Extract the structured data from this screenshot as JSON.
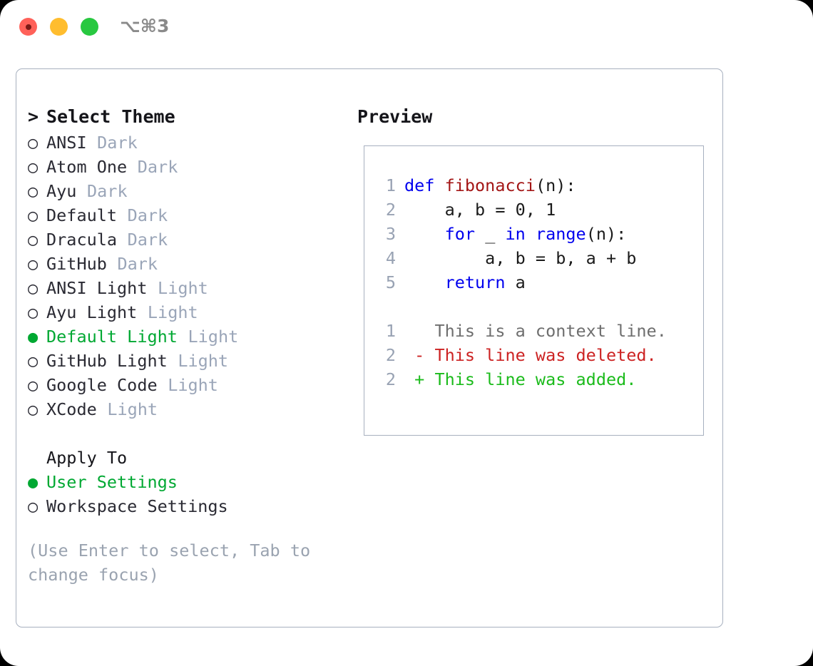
{
  "titlebar": {
    "shortcut": "⌥⌘3",
    "lights": [
      {
        "name": "close",
        "color": "#ff6159"
      },
      {
        "name": "minimize",
        "color": "#ffbd2e"
      },
      {
        "name": "zoom",
        "color": "#28c840"
      }
    ]
  },
  "theme_panel": {
    "header_marker": ">",
    "header": "Select Theme",
    "items": [
      {
        "marker": "○",
        "name": "ANSI",
        "tag": "Dark",
        "selected": false
      },
      {
        "marker": "○",
        "name": "Atom One",
        "tag": "Dark",
        "selected": false
      },
      {
        "marker": "○",
        "name": "Ayu",
        "tag": "Dark",
        "selected": false
      },
      {
        "marker": "○",
        "name": "Default",
        "tag": "Dark",
        "selected": false
      },
      {
        "marker": "○",
        "name": "Dracula",
        "tag": "Dark",
        "selected": false
      },
      {
        "marker": "○",
        "name": "GitHub",
        "tag": "Dark",
        "selected": false
      },
      {
        "marker": "○",
        "name": "ANSI Light",
        "tag": "Light",
        "selected": false
      },
      {
        "marker": "○",
        "name": "Ayu Light",
        "tag": "Light",
        "selected": false
      },
      {
        "marker": "●",
        "name": "Default Light",
        "tag": "Light",
        "selected": true
      },
      {
        "marker": "○",
        "name": "GitHub Light",
        "tag": "Light",
        "selected": false
      },
      {
        "marker": "○",
        "name": "Google Code",
        "tag": "Light",
        "selected": false
      },
      {
        "marker": "○",
        "name": "XCode",
        "tag": "Light",
        "selected": false
      }
    ]
  },
  "apply_to": {
    "header": "Apply To",
    "options": [
      {
        "marker": "●",
        "label": "User Settings",
        "selected": true
      },
      {
        "marker": "○",
        "label": "Workspace Settings",
        "selected": false
      }
    ]
  },
  "hint": "(Use Enter to select, Tab to change focus)",
  "preview": {
    "title": "Preview",
    "code_lines": [
      {
        "num": "1",
        "tokens": [
          {
            "t": "def ",
            "c": "kw"
          },
          {
            "t": "fibonacci",
            "c": "fn"
          },
          {
            "t": "(n):",
            "c": "plain"
          }
        ]
      },
      {
        "num": "2",
        "tokens": [
          {
            "t": "    a, b = 0, 1",
            "c": "plain"
          }
        ]
      },
      {
        "num": "3",
        "tokens": [
          {
            "t": "    ",
            "c": "plain"
          },
          {
            "t": "for",
            "c": "kw"
          },
          {
            "t": " _ ",
            "c": "plain"
          },
          {
            "t": "in",
            "c": "kw"
          },
          {
            "t": " ",
            "c": "plain"
          },
          {
            "t": "range",
            "c": "kw"
          },
          {
            "t": "(n):",
            "c": "plain"
          }
        ]
      },
      {
        "num": "4",
        "tokens": [
          {
            "t": "        a, b = b, a + b",
            "c": "plain"
          }
        ]
      },
      {
        "num": "5",
        "tokens": [
          {
            "t": "    ",
            "c": "plain"
          },
          {
            "t": "return",
            "c": "kw"
          },
          {
            "t": " a",
            "c": "plain"
          }
        ]
      }
    ],
    "diff_lines": [
      {
        "num": "1",
        "tokens": [
          {
            "t": "   This is a context line.",
            "c": "ctx"
          }
        ]
      },
      {
        "num": "2",
        "tokens": [
          {
            "t": " - This line was deleted.",
            "c": "del"
          }
        ]
      },
      {
        "num": "2",
        "tokens": [
          {
            "t": " + This line was added.",
            "c": "add"
          }
        ]
      }
    ]
  },
  "colors": {
    "accent_green": "#00a832",
    "keyword_blue": "#0000ee",
    "function_red": "#a31515",
    "diff_deleted": "#cc2222",
    "diff_added": "#1bbb1b",
    "muted": "#9aa5b8",
    "border": "#a7b0bf"
  }
}
